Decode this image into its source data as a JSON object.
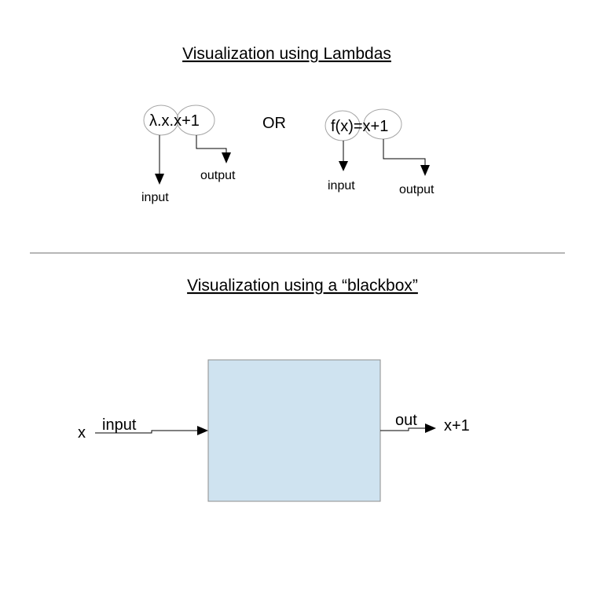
{
  "top_section": {
    "title": "Visualization using Lambdas",
    "lambda_expression": "λ.x.x+1",
    "or_label": "OR",
    "function_expression": "f(x)=x+1",
    "input_label": "input",
    "output_label": "output"
  },
  "bottom_section": {
    "title": "Visualization using a “blackbox”",
    "x_label": "x",
    "input_label": "input",
    "out_label": "out",
    "result_label": "x+1",
    "box_fill_color": "#cfe3f0",
    "box_stroke_color": "#8c8c8c"
  },
  "colors": {
    "divider": "#8c8c8c",
    "ellipse_stroke": "#a6a6a6"
  }
}
